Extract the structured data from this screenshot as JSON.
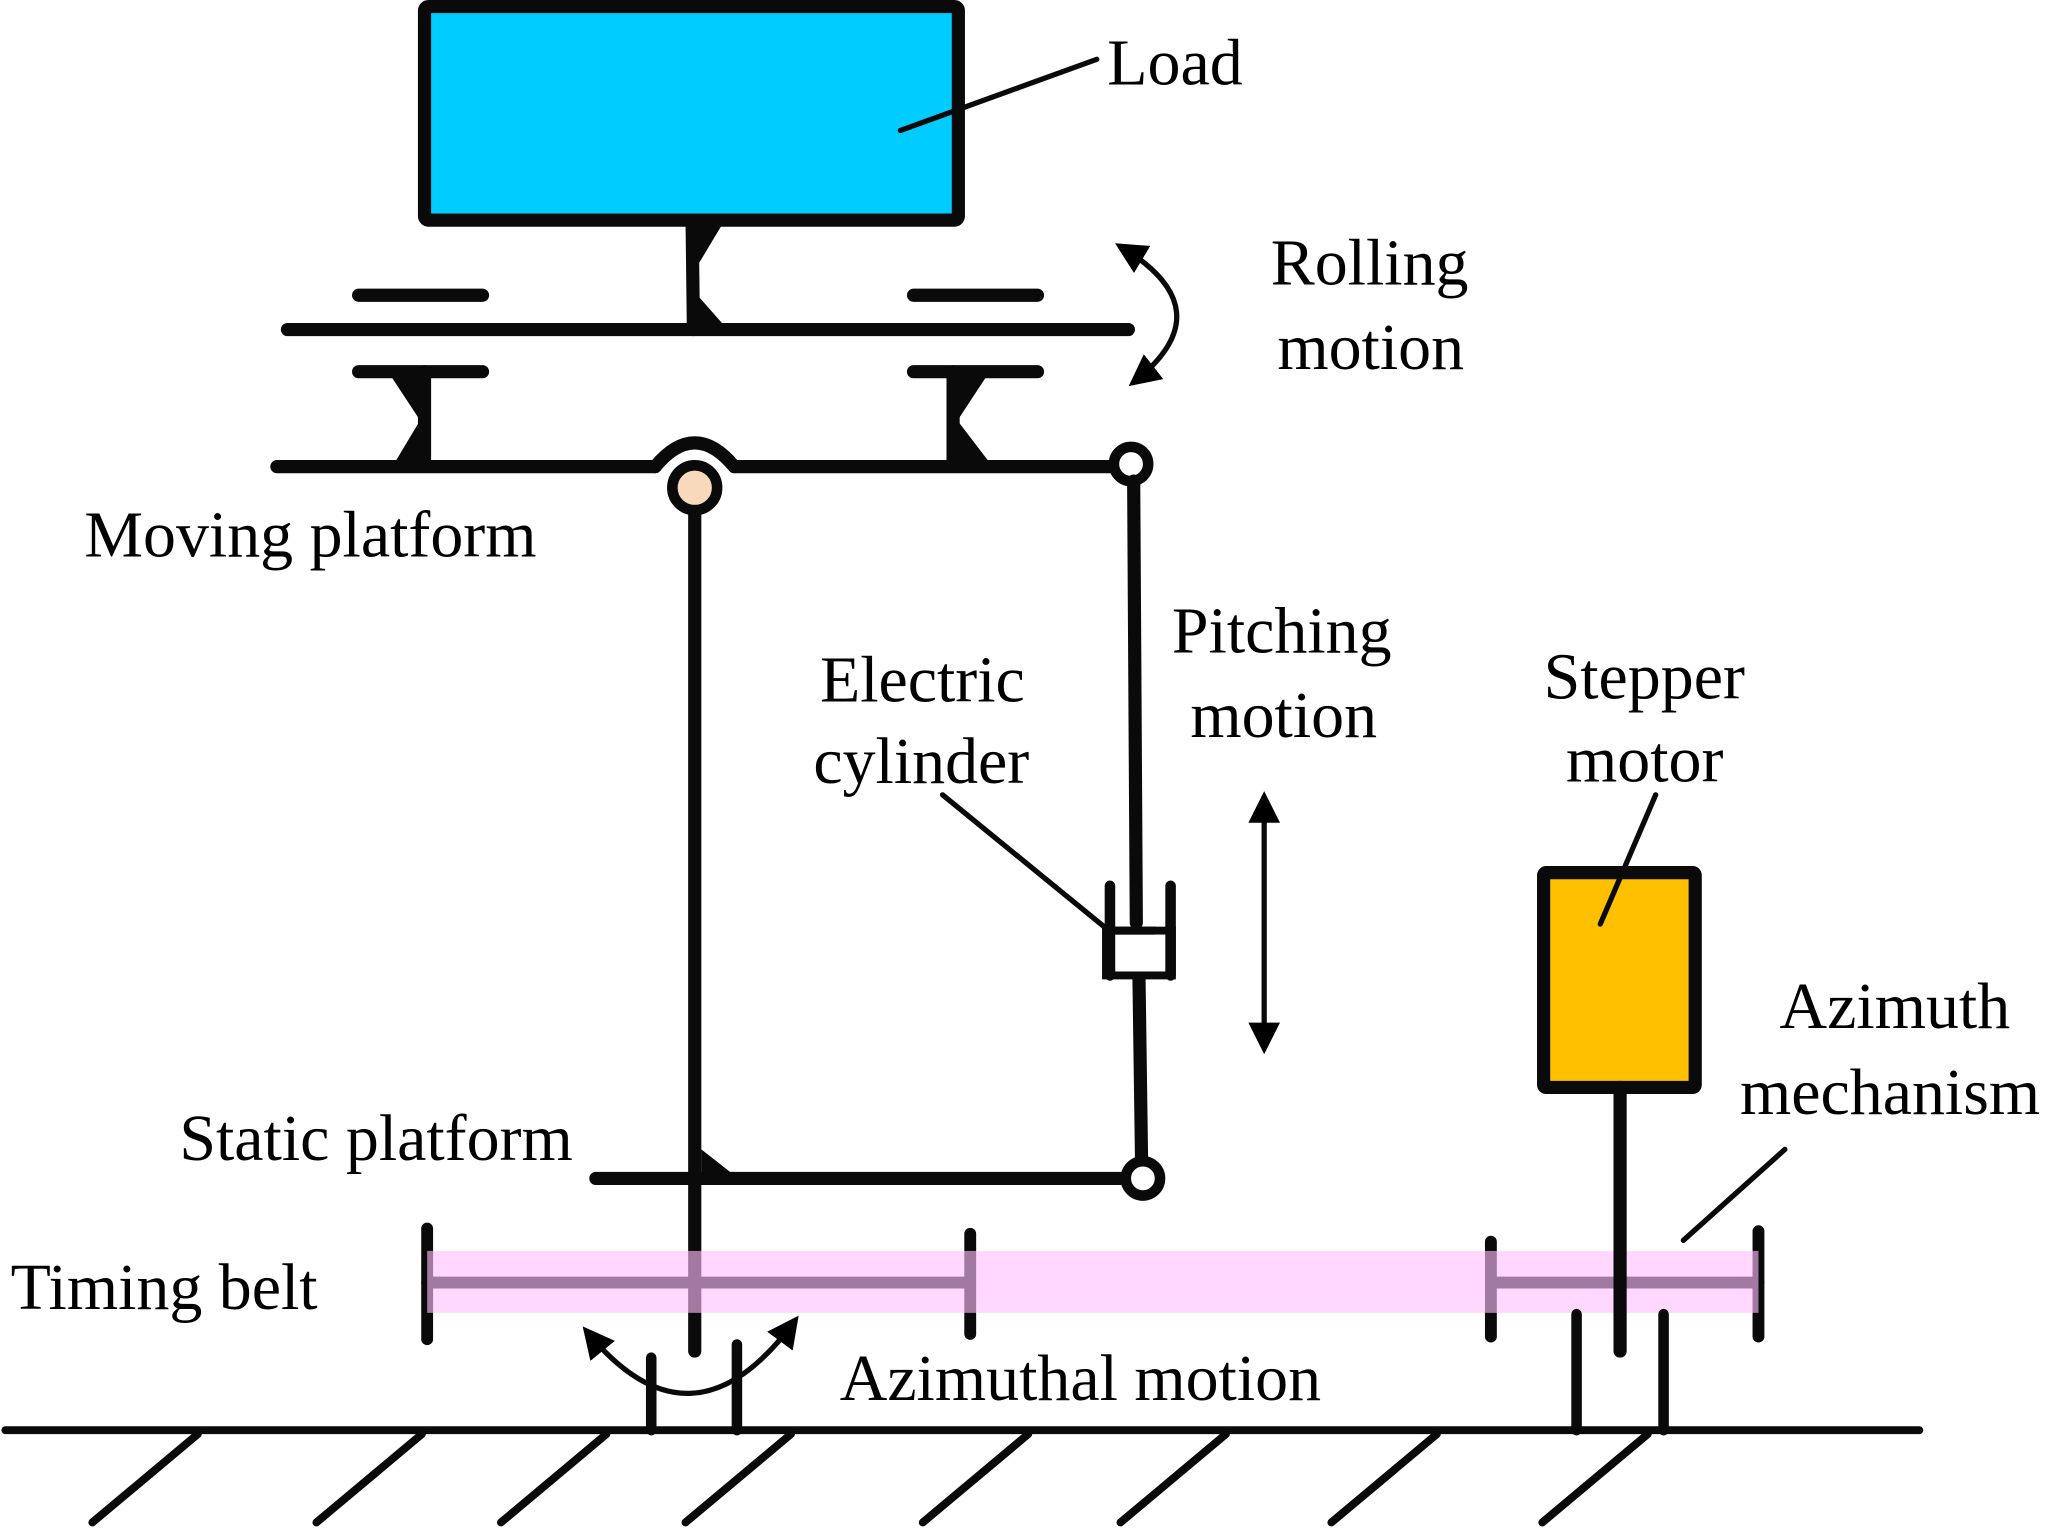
{
  "diagram": {
    "title": "Mechanism schematic",
    "colors": {
      "load": "#00CCFF",
      "motor": "#FFC000",
      "belt": "#FFBFFF",
      "belt_dark": "#9C5F9C",
      "joint": "#F8D9BB"
    },
    "labels": {
      "load": "Load",
      "rolling_1": "Rolling",
      "rolling_2": "motion",
      "moving_platform": "Moving platform",
      "pitching_1": "Pitching",
      "pitching_2": "motion",
      "electric_1": "Electric",
      "electric_2": "cylinder",
      "stepper_1": "Stepper",
      "stepper_2": "motor",
      "azimuth_1": "Azimuth",
      "azimuth_2": "mechanism",
      "static_platform": "Static platform",
      "timing_belt": "Timing belt",
      "azimuthal_motion": "Azimuthal motion"
    }
  }
}
